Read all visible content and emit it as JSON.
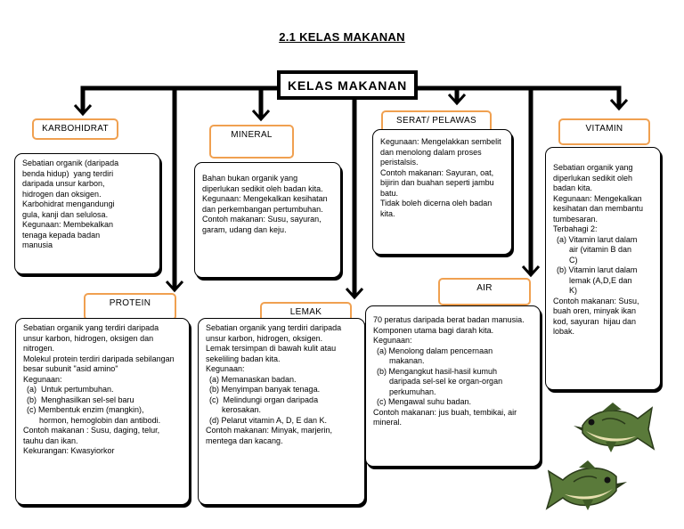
{
  "title": "2.1 KELAS MAKANAN",
  "root_label": "KELAS MAKANAN",
  "nodes": {
    "karbohidrat": {
      "label": "KARBOHIDRAT",
      "lines": [
        "Sebatian organik (daripada",
        "benda hidup)  yang terdiri",
        "daripada unsur karbon,",
        "hidrogen dan oksigen.",
        "Karbohidrat mengandungi",
        "gula, kanji dan selulosa.",
        "Kegunaan: Membekalkan",
        "tenaga kepada badan",
        "manusia"
      ]
    },
    "protein": {
      "label": "PROTEIN",
      "lines": [
        "Sebatian organik yang terdiri daripada",
        "unsur karbon, hidrogen, oksigen dan",
        "nitrogen.",
        "Molekul protein terdiri daripada sebilangan",
        "besar subunit \"asid amino\"",
        "Kegunaan:",
        "(a)  Untuk pertumbuhan.",
        "(b)  Menghasilkan sel-sel baru",
        "(c) Membentuk enzim (mangkin),",
        "hormon, hemoglobin dan antibodi.",
        "Contoh makanan : Susu, daging, telur,",
        "tauhu dan ikan.",
        "Kekurangan: Kwasyiorkor"
      ]
    },
    "mineral": {
      "label": "MINERAL",
      "lines": [
        "Bahan bukan organik yang",
        "diperlukan sedikit oleh badan kita.",
        "Kegunaan: Mengekalkan kesihatan",
        "dan perkembangan pertumbuhan.",
        "Contoh makanan: Susu, sayuran,",
        "garam, udang dan keju."
      ]
    },
    "lemak": {
      "label": "LEMAK",
      "lines": [
        "Sebatian organik yang terdiri daripada",
        "unsur karbon, hidrogen, oksigen.",
        "Lemak tersimpan di bawah kulit atau",
        "sekeliling badan kita.",
        "Kegunaan:",
        "(a) Memanaskan badan.",
        "(b) Menyimpan banyak tenaga.",
        "(c)  Melindungi organ daripada",
        "kerosakan.",
        "(d) Pelarut vitamin A, D, E dan K.",
        "Contoh makanan: Minyak, marjerin,",
        "mentega dan kacang."
      ]
    },
    "serat": {
      "label": "SERAT/ PELAWAS",
      "lines": [
        "Kegunaan: Mengelakkan sembelit",
        "dan menolong dalam proses",
        "peristalsis.",
        "Contoh makanan: Sayuran, oat,",
        "bijirin dan buahan seperti jambu",
        "batu.",
        "Tidak boleh dicerna oleh badan",
        "kita."
      ]
    },
    "air": {
      "label": "AIR",
      "lines": [
        "70 peratus daripada berat badan manusia.",
        "Komponen utama bagi darah kita.",
        "Kegunaan:",
        "(a) Menolong dalam pencernaan",
        "makanan.",
        "(b) Mengangkut hasil-hasil kumuh",
        "daripada sel-sel ke organ-organ",
        "perkumuhan.",
        "(c) Mengawal suhu badan.",
        "Contoh makanan: jus buah, tembikai, air",
        "mineral."
      ]
    },
    "vitamin": {
      "label": "VITAMIN",
      "lines": [
        "Sebatian organik yang",
        "diperlukan sedikit oleh",
        "badan kita.",
        "Kegunaan: Mengekalkan",
        "kesihatan dan membantu",
        "tumbesaran.",
        "Terbahagi 2:",
        "(a) Vitamin larut dalam",
        "air (vitamin B dan",
        "C)",
        "(b) Vitamin larut dalam",
        "lemak (A,D,E dan",
        "K)",
        "Contoh makanan: Susu,",
        "buah oren, minyak ikan",
        "kod, sayuran  hijau dan",
        "lobak."
      ]
    }
  },
  "colors": {
    "label_border": "#f0a050",
    "fish_body": "#5a7a3a",
    "fish_belly": "#e8e0b0"
  },
  "icons": [
    "fish-image",
    "fish-image"
  ]
}
